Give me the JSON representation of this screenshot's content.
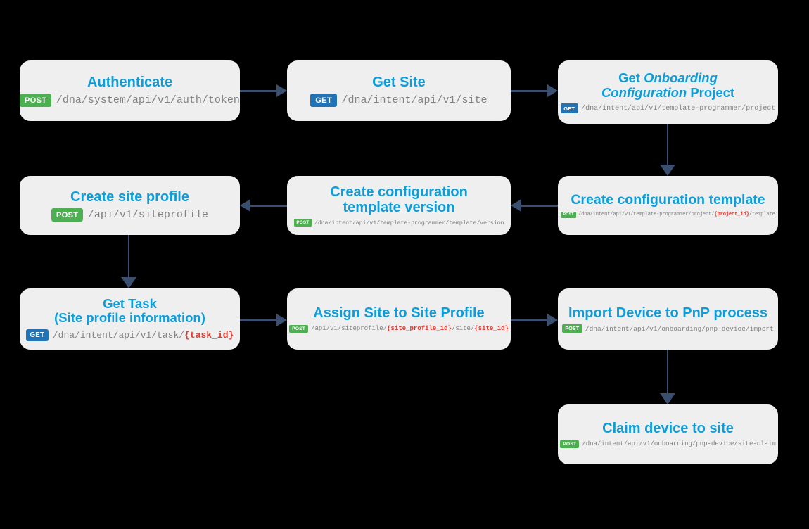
{
  "colors": {
    "background": "#000000",
    "box_bg": "#efefef",
    "title_blue": "#0c9edb",
    "path_gray": "#808285",
    "param_red": "#e0382e",
    "post_green": "#4caf50",
    "get_blue": "#2273b6",
    "arrow_navy": "#3a4f70"
  },
  "nodes": [
    {
      "id": "authenticate",
      "title": "Authenticate",
      "title_lines": [
        [
          {
            "text": "Authenticate",
            "italic": false
          }
        ]
      ],
      "method": "POST",
      "path": [
        {
          "text": "/dna/system/api/v1/auth/token",
          "param": false
        }
      ]
    },
    {
      "id": "get-site",
      "title": "Get Site",
      "title_lines": [
        [
          {
            "text": "Get Site",
            "italic": false
          }
        ]
      ],
      "method": "GET",
      "path": [
        {
          "text": "/dna/intent/api/v1/site",
          "param": false
        }
      ]
    },
    {
      "id": "get-onboarding-configuration-project",
      "title": "Get Onboarding Configuration Project",
      "title_lines": [
        [
          {
            "text": "Get ",
            "italic": false
          },
          {
            "text": "Onboarding",
            "italic": true
          }
        ],
        [
          {
            "text": "Configuration",
            "italic": true
          },
          {
            "text": " Project",
            "italic": false
          }
        ]
      ],
      "method": "GET",
      "path": [
        {
          "text": "/dna/intent/api/v1/template-programmer/project",
          "param": false
        }
      ]
    },
    {
      "id": "create-site-profile",
      "title": "Create site profile",
      "title_lines": [
        [
          {
            "text": "Create site profile",
            "italic": false
          }
        ]
      ],
      "method": "POST",
      "path": [
        {
          "text": "/api/v1/siteprofile",
          "param": false
        }
      ]
    },
    {
      "id": "create-configuration-template-version",
      "title": "Create configuration template version",
      "title_lines": [
        [
          {
            "text": "Create configuration",
            "italic": false
          }
        ],
        [
          {
            "text": "template version",
            "italic": false
          }
        ]
      ],
      "method": "POST",
      "path": [
        {
          "text": "/dna/intent/api/v1/template-programmer/template/version",
          "param": false
        }
      ]
    },
    {
      "id": "create-configuration-template",
      "title": "Create configuration template",
      "title_lines": [
        [
          {
            "text": "Create configuration template",
            "italic": false
          }
        ]
      ],
      "method": "POST",
      "path": [
        {
          "text": "/dna/intent/api/v1/template-programmer/project/",
          "param": false
        },
        {
          "text": "{project_id}",
          "param": true
        },
        {
          "text": "/template",
          "param": false
        }
      ]
    },
    {
      "id": "get-task",
      "title": "Get Task (Site profile information)",
      "title_lines": [
        [
          {
            "text": "Get Task",
            "italic": false
          }
        ],
        [
          {
            "text": "(Site profile information)",
            "italic": false
          }
        ]
      ],
      "method": "GET",
      "path": [
        {
          "text": "/dna/intent/api/v1/task/",
          "param": false
        },
        {
          "text": "{task_id}",
          "param": true
        }
      ]
    },
    {
      "id": "assign-site-to-site-profile",
      "title": "Assign Site to Site Profile",
      "title_lines": [
        [
          {
            "text": "Assign Site to Site Profile",
            "italic": false
          }
        ]
      ],
      "method": "POST",
      "path": [
        {
          "text": "/api/v1/siteprofile/",
          "param": false
        },
        {
          "text": "{site_profile_id}",
          "param": true
        },
        {
          "text": "/site/",
          "param": false
        },
        {
          "text": "{site_id}",
          "param": true
        }
      ]
    },
    {
      "id": "import-device-to-pnp-process",
      "title": "Import Device to PnP process",
      "title_lines": [
        [
          {
            "text": "Import Device to PnP process",
            "italic": false
          }
        ]
      ],
      "method": "POST",
      "path": [
        {
          "text": "/dna/intent/api/v1/onboarding/pnp-device/import",
          "param": false
        }
      ]
    },
    {
      "id": "claim-device-to-site",
      "title": "Claim device to site",
      "title_lines": [
        [
          {
            "text": "Claim device to site",
            "italic": false
          }
        ]
      ],
      "method": "POST",
      "path": [
        {
          "text": "/dna/intent/api/v1/onboarding/pnp-device/site-claim",
          "param": false
        }
      ]
    }
  ],
  "arrows": [
    {
      "from": "authenticate",
      "to": "get-site",
      "direction": "right"
    },
    {
      "from": "get-site",
      "to": "get-onboarding-configuration-project",
      "direction": "right"
    },
    {
      "from": "get-onboarding-configuration-project",
      "to": "create-configuration-template",
      "direction": "down"
    },
    {
      "from": "create-configuration-template",
      "to": "create-configuration-template-version",
      "direction": "left"
    },
    {
      "from": "create-configuration-template-version",
      "to": "create-site-profile",
      "direction": "left"
    },
    {
      "from": "create-site-profile",
      "to": "get-task",
      "direction": "down"
    },
    {
      "from": "get-task",
      "to": "assign-site-to-site-profile",
      "direction": "right"
    },
    {
      "from": "assign-site-to-site-profile",
      "to": "import-device-to-pnp-process",
      "direction": "right"
    },
    {
      "from": "import-device-to-pnp-process",
      "to": "claim-device-to-site",
      "direction": "down"
    }
  ]
}
